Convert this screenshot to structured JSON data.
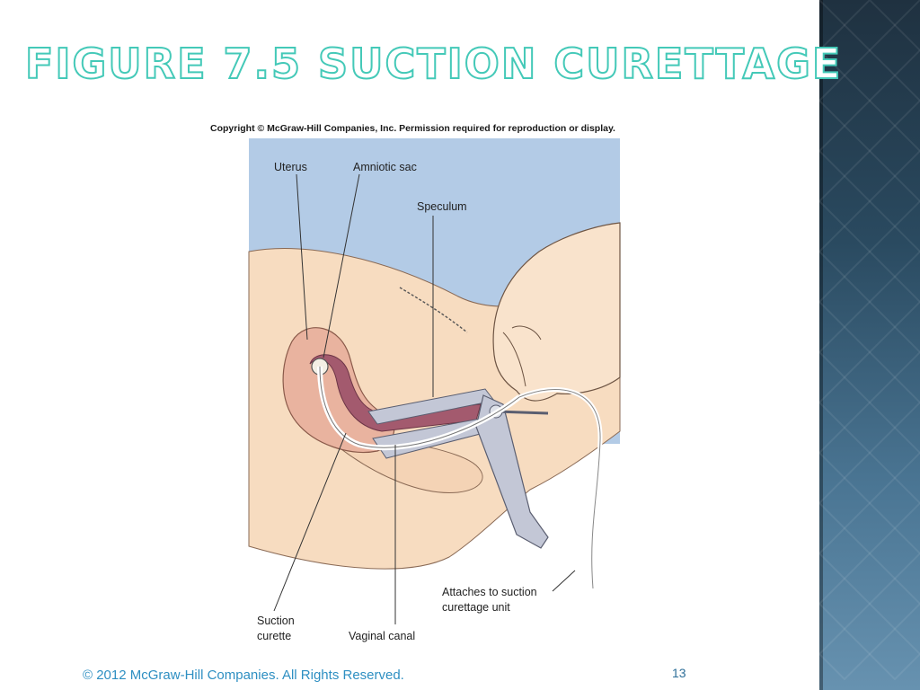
{
  "slide": {
    "title": "Figure 7.5  Suction Curettage",
    "copyright": "Copyright © McGraw-Hill Companies, Inc.  Permission required for reproduction or display.",
    "footer": "© 2012 McGraw-Hill Companies. All Rights Reserved.",
    "page_number": "13"
  },
  "figure": {
    "labels": {
      "uterus": "Uterus",
      "amniotic_sac": "Amniotic sac",
      "speculum": "Speculum",
      "suction_curette_1": "Suction",
      "suction_curette_2": "curette",
      "vaginal_canal": "Vaginal canal",
      "attaches_1": "Attaches to suction",
      "attaches_2": "curettage unit"
    }
  },
  "colors": {
    "title_outline": "#44c9b8",
    "sky": "#b3cbe6",
    "skin": "#f7dcc0",
    "uterus": "#e9b39f",
    "inner_tissue": "#a35a6e",
    "speculum": "#c3c7d6",
    "footer_text": "#2e8fc2",
    "side_band": "#2a4a60"
  }
}
